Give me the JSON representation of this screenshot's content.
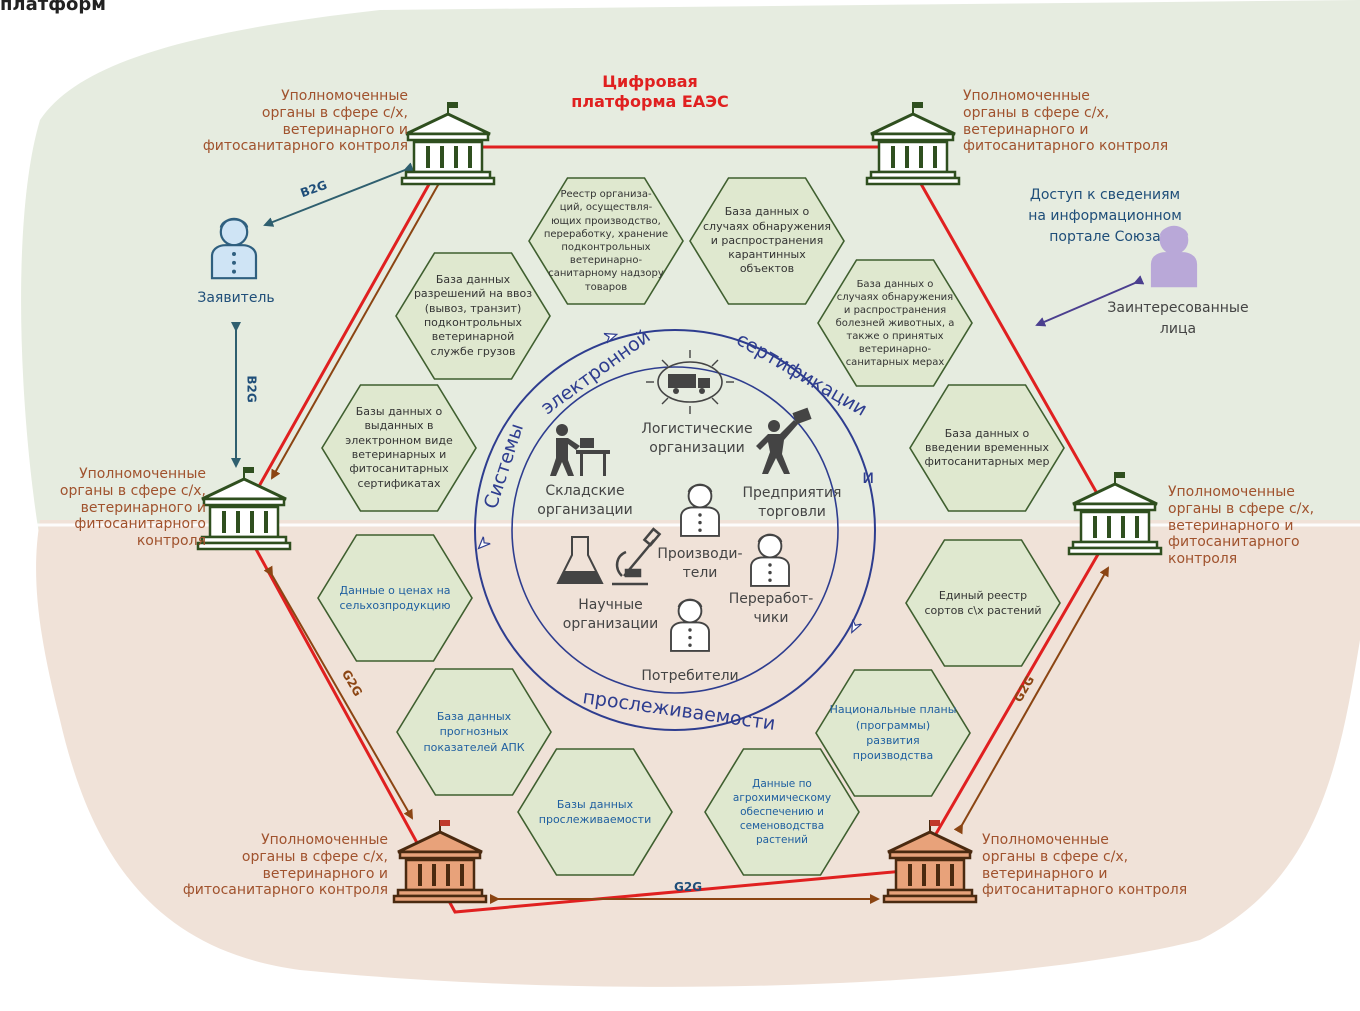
{
  "header_fragment": "платформ",
  "platform_label": "Цифровая\nплатформа ЕАЭС",
  "authorities": {
    "top_left": "Уполномоченные\nорганы в сфере с/х,\nветеринарного и\nфитосанитарного контроля",
    "top_right": "Уполномоченные\nорганы в сфере с/х,\nветеринарного и\nфитосанитарного контроля",
    "mid_left": "Уполномоченные\nорганы в сфере с/х,\nветеринарного и\nфитосанитарного\nконтроля",
    "mid_right": "Уполномоченные\nорганы в сфере с/х,\nветеринарного и\nфитосанитарного\nконтроля",
    "bottom_left": "Уполномоченные\nорганы в сфере с/х,\nветеринарного и\nфитосанитарного контроля",
    "bottom_right": "Уполномоченные\nорганы в сфере с/х,\nветеринарного и\nфитосанитарного контроля"
  },
  "actors": {
    "applicant": "Заявитель",
    "interested": "Заинтересованные\nлица",
    "access_note": "Доступ к сведениям\nна информационном\nпортале Союза"
  },
  "edge_labels": {
    "b2g_top": "B2G",
    "b2g_left": "B2G",
    "g2g_left": "G2G",
    "g2g_bottom": "G2G",
    "g2g_right": "G2G"
  },
  "databases": [
    {
      "text": "Реестр организа-\nций, осуществля-\nющих производство,\nпереработку, хранение\nподконтрольных\nветеринарно-\nсанитарному надзору\nтоваров",
      "style": "gray"
    },
    {
      "text": "База данных о\nслучаях обнаружения\nи распространения\nкарантинных\nобъектов",
      "style": "gray"
    },
    {
      "text": "База данных\nразрешений на ввоз\n(вывоз, транзит)\nподконтрольных\nветеринарной\nслужбе грузов",
      "style": "gray"
    },
    {
      "text": "База данных о\nслучаях обнаружения\nи распространения\nболезней животных, а\nтакже о принятых\nветеринарно-\nсанитарных мерах",
      "style": "gray"
    },
    {
      "text": "Базы данных о\nвыданных в\nэлектронном виде\nветеринарных и\nфитосанитарных\nсертификатах",
      "style": "gray"
    },
    {
      "text": "База данных о\nвведении временных\nфитосанитарных мер",
      "style": "gray"
    },
    {
      "text": "Данные о ценах на\nсельхозпродукцию",
      "style": "blue"
    },
    {
      "text": "Единый реестр\nсортов с\\х растений",
      "style": "gray"
    },
    {
      "text": "База данных\nпрогнозных\nпоказателей АПК",
      "style": "blue"
    },
    {
      "text": "Национальные планы\n(программы)\nразвития\nпроизводства",
      "style": "blue"
    },
    {
      "text": "Базы данных\nпрослеживаемости",
      "style": "blue"
    },
    {
      "text": "Данные по\nагрохимическому\nобеспечению и\nсеменоводства\nрастений",
      "style": "blue"
    }
  ],
  "ring_text": {
    "w1": "Системы",
    "w2": "электронной",
    "w3": "сертификации",
    "w4": "и",
    "w5": "прослеживаемости"
  },
  "participants": {
    "logistics": "Логистические\nорганизации",
    "warehouse": "Складские\nорганизации",
    "trade": "Предприятия\nторговли",
    "producers": "Производи-\nтели",
    "science": "Научные\nорганизации",
    "processors": "Переработ-\nчики",
    "consumers": "Потребители"
  },
  "colors": {
    "platform_line": "#e02020",
    "auth_green": "#2f4f1f",
    "auth_orange": "#e8a27a",
    "hex_fill": "#dfe8cf",
    "hex_stroke": "#3f5f2f",
    "ring_blue": "#2e3d8f",
    "g2g_arrow": "#8b4513",
    "b2g_arrow": "#2f5f6f",
    "interested_arrow": "#4b3f8f"
  }
}
